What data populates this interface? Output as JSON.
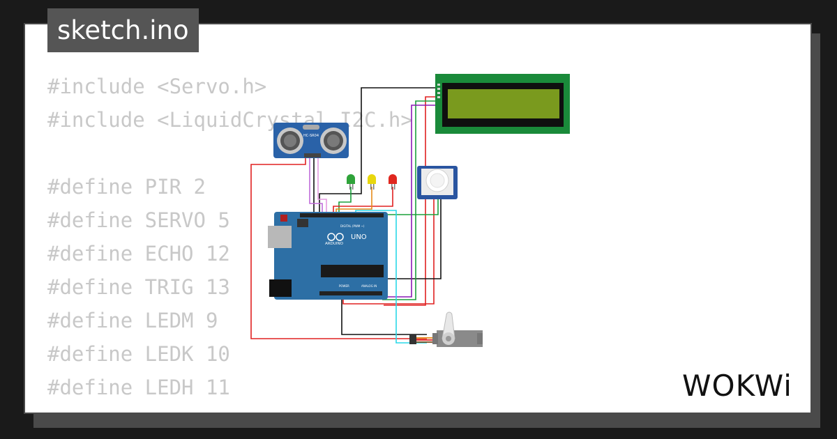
{
  "title": "sketch.ino",
  "code_lines": [
    "#include <Servo.h>",
    "#include <LiquidCrystal_I2C.h>",
    "",
    "#define PIR 2",
    "#define SERVO 5",
    "#define ECHO 12",
    "#define TRIG 13",
    "#define LEDM 9",
    "#define LEDK 10",
    "#define LEDH 11"
  ],
  "brand": "WOKWi",
  "circuit": {
    "arduino_logo": "UNO",
    "arduino_brand": "ARDUINO",
    "digital_label": "DIGITAL (PWM ~)",
    "analog_label": "ANALOG IN",
    "power_label": "POWER",
    "ultrasonic_label": "HC-SR04",
    "led_colors": [
      "#2fa33a",
      "#e8d70e",
      "#e0271f"
    ],
    "wire_colors": {
      "red": "#e02020",
      "black": "#101010",
      "green": "#1aa03a",
      "purple": "#8a1ab5",
      "cyan": "#29d8e8",
      "orange": "#e68a1a"
    }
  }
}
